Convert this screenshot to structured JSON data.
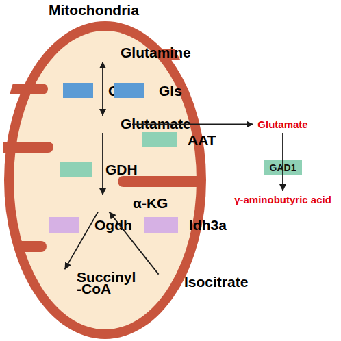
{
  "diagram": {
    "nodes": [
      {
        "text": [
          "Mitochondria"
        ]
      },
      {
        "text": [
          "Glutamine"
        ],
        "in": 0
      },
      {
        "text": [
          "Glul"
        ],
        "in": 0
      },
      {
        "text": [
          "Gls"
        ],
        "in": 0
      },
      {
        "text": [
          "Glutamate"
        ],
        "in": 0
      },
      {
        "text": [
          "Glutamate"
        ]
      },
      {
        "text": [
          "AAT"
        ],
        "in": 0
      },
      {
        "text": [
          "GDH"
        ],
        "in": 0
      },
      {
        "text": [
          "GAD1"
        ]
      },
      {
        "text": [
          "γ-aminobutyric acid"
        ]
      },
      {
        "text": [
          "α-KG"
        ],
        "in": 0
      },
      {
        "text": [
          "Ogdh"
        ],
        "in": 0
      },
      {
        "text": [
          "Idh3a"
        ],
        "in": 0
      },
      {
        "text": [
          "Succinyl -CoA"
        ],
        "in": 0
      },
      {
        "text": [
          "Isocitrate"
        ],
        "in": 0
      }
    ],
    "edges": [
      {
        "from": 1,
        "to": 4,
        "arrow": "both"
      },
      {
        "from": 4,
        "to": 10,
        "arrow": "to"
      },
      {
        "from": 4,
        "to": 5,
        "arrow": "to"
      },
      {
        "from": 5,
        "to": 9,
        "arrow": "to"
      },
      {
        "from": 10,
        "to": 13,
        "arrow": "to"
      },
      {
        "from": 14,
        "to": 10,
        "arrow": "to"
      }
    ]
  }
}
